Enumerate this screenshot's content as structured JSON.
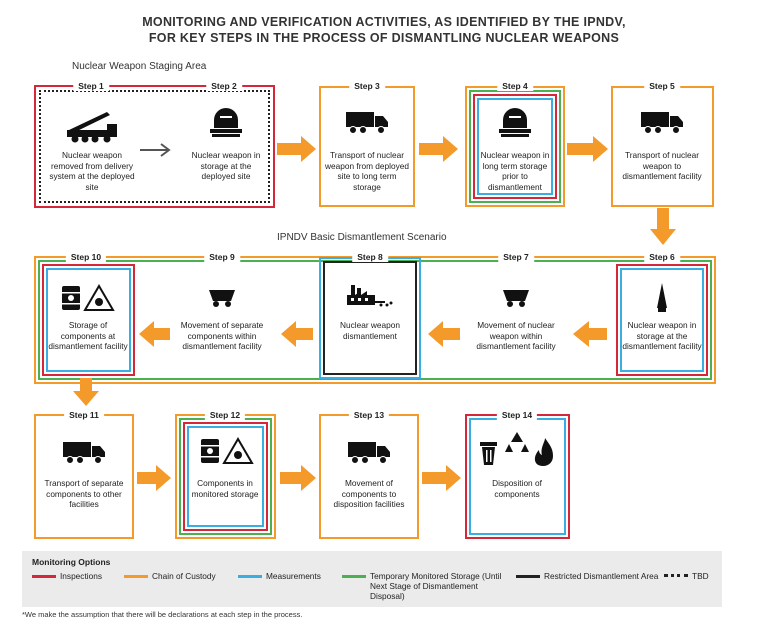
{
  "title": {
    "line1": "MONITORING AND VERIFICATION ACTIVITIES, AS IDENTIFIED BY THE IPNDV,",
    "line2": "FOR KEY STEPS IN THE PROCESS OF DISMANTLING NUCLEAR WEAPONS"
  },
  "sections": {
    "staging": "Nuclear Weapon Staging Area",
    "basic": "IPNDV Basic Dismantlement Scenario"
  },
  "colors": {
    "inspections": "#d4283a",
    "custody": "#f39a2a",
    "measurements": "#3aaee0",
    "temporary": "#4caf50",
    "restricted": "#222222",
    "arrow": "#f39a2a"
  },
  "steps": [
    {
      "label": "Step 1",
      "icon": "missile-launcher-icon",
      "desc": "Nuclear weapon removed from delivery system at the deployed site"
    },
    {
      "label": "Step 2",
      "icon": "storage-bunker-icon",
      "desc": "Nuclear weapon in storage at the deployed site"
    },
    {
      "label": "Step 3",
      "icon": "truck-icon",
      "desc": "Transport of nuclear weapon from deployed site to long term storage"
    },
    {
      "label": "Step 4",
      "icon": "storage-bunker-icon",
      "desc": "Nuclear weapon in long term storage prior to dismantlement"
    },
    {
      "label": "Step 5",
      "icon": "truck-icon",
      "desc": "Transport of nuclear weapon to dismantlement facility"
    },
    {
      "label": "Step 6",
      "icon": "warhead-icon",
      "desc": "Nuclear weapon in storage at the dismantlement facility"
    },
    {
      "label": "Step 7",
      "icon": "cart-icon",
      "desc": "Movement of nuclear weapon within dismantlement facility"
    },
    {
      "label": "Step 8",
      "icon": "factory-icon",
      "desc": "Nuclear weapon dismantlement"
    },
    {
      "label": "Step 9",
      "icon": "cart-icon",
      "desc": "Movement of separate components within dismantlement facility"
    },
    {
      "label": "Step 10",
      "icon": "barrel-hazard-icon",
      "desc": "Storage of components at dismantlement facility"
    },
    {
      "label": "Step 11",
      "icon": "truck-icon",
      "desc": "Transport of separate components to other facilities"
    },
    {
      "label": "Step 12",
      "icon": "barrel-hazard-icon",
      "desc": "Components in monitored storage"
    },
    {
      "label": "Step 13",
      "icon": "truck-icon",
      "desc": "Movement of components to disposition facilities"
    },
    {
      "label": "Step 14",
      "icon": "disposal-icon",
      "desc": "Disposition of components"
    }
  ],
  "legend": {
    "title": "Monitoring Options",
    "items": [
      {
        "label": "Inspections"
      },
      {
        "label": "Chain of Custody"
      },
      {
        "label": "Measurements"
      },
      {
        "label": "Temporary Monitored Storage (Until Next Stage of Dismantlement Disposal)"
      },
      {
        "label": "Restricted Dismantlement Area"
      },
      {
        "label": "TBD"
      }
    ]
  },
  "footnote": "*We make the assumption that there will be declarations at each step in the process."
}
